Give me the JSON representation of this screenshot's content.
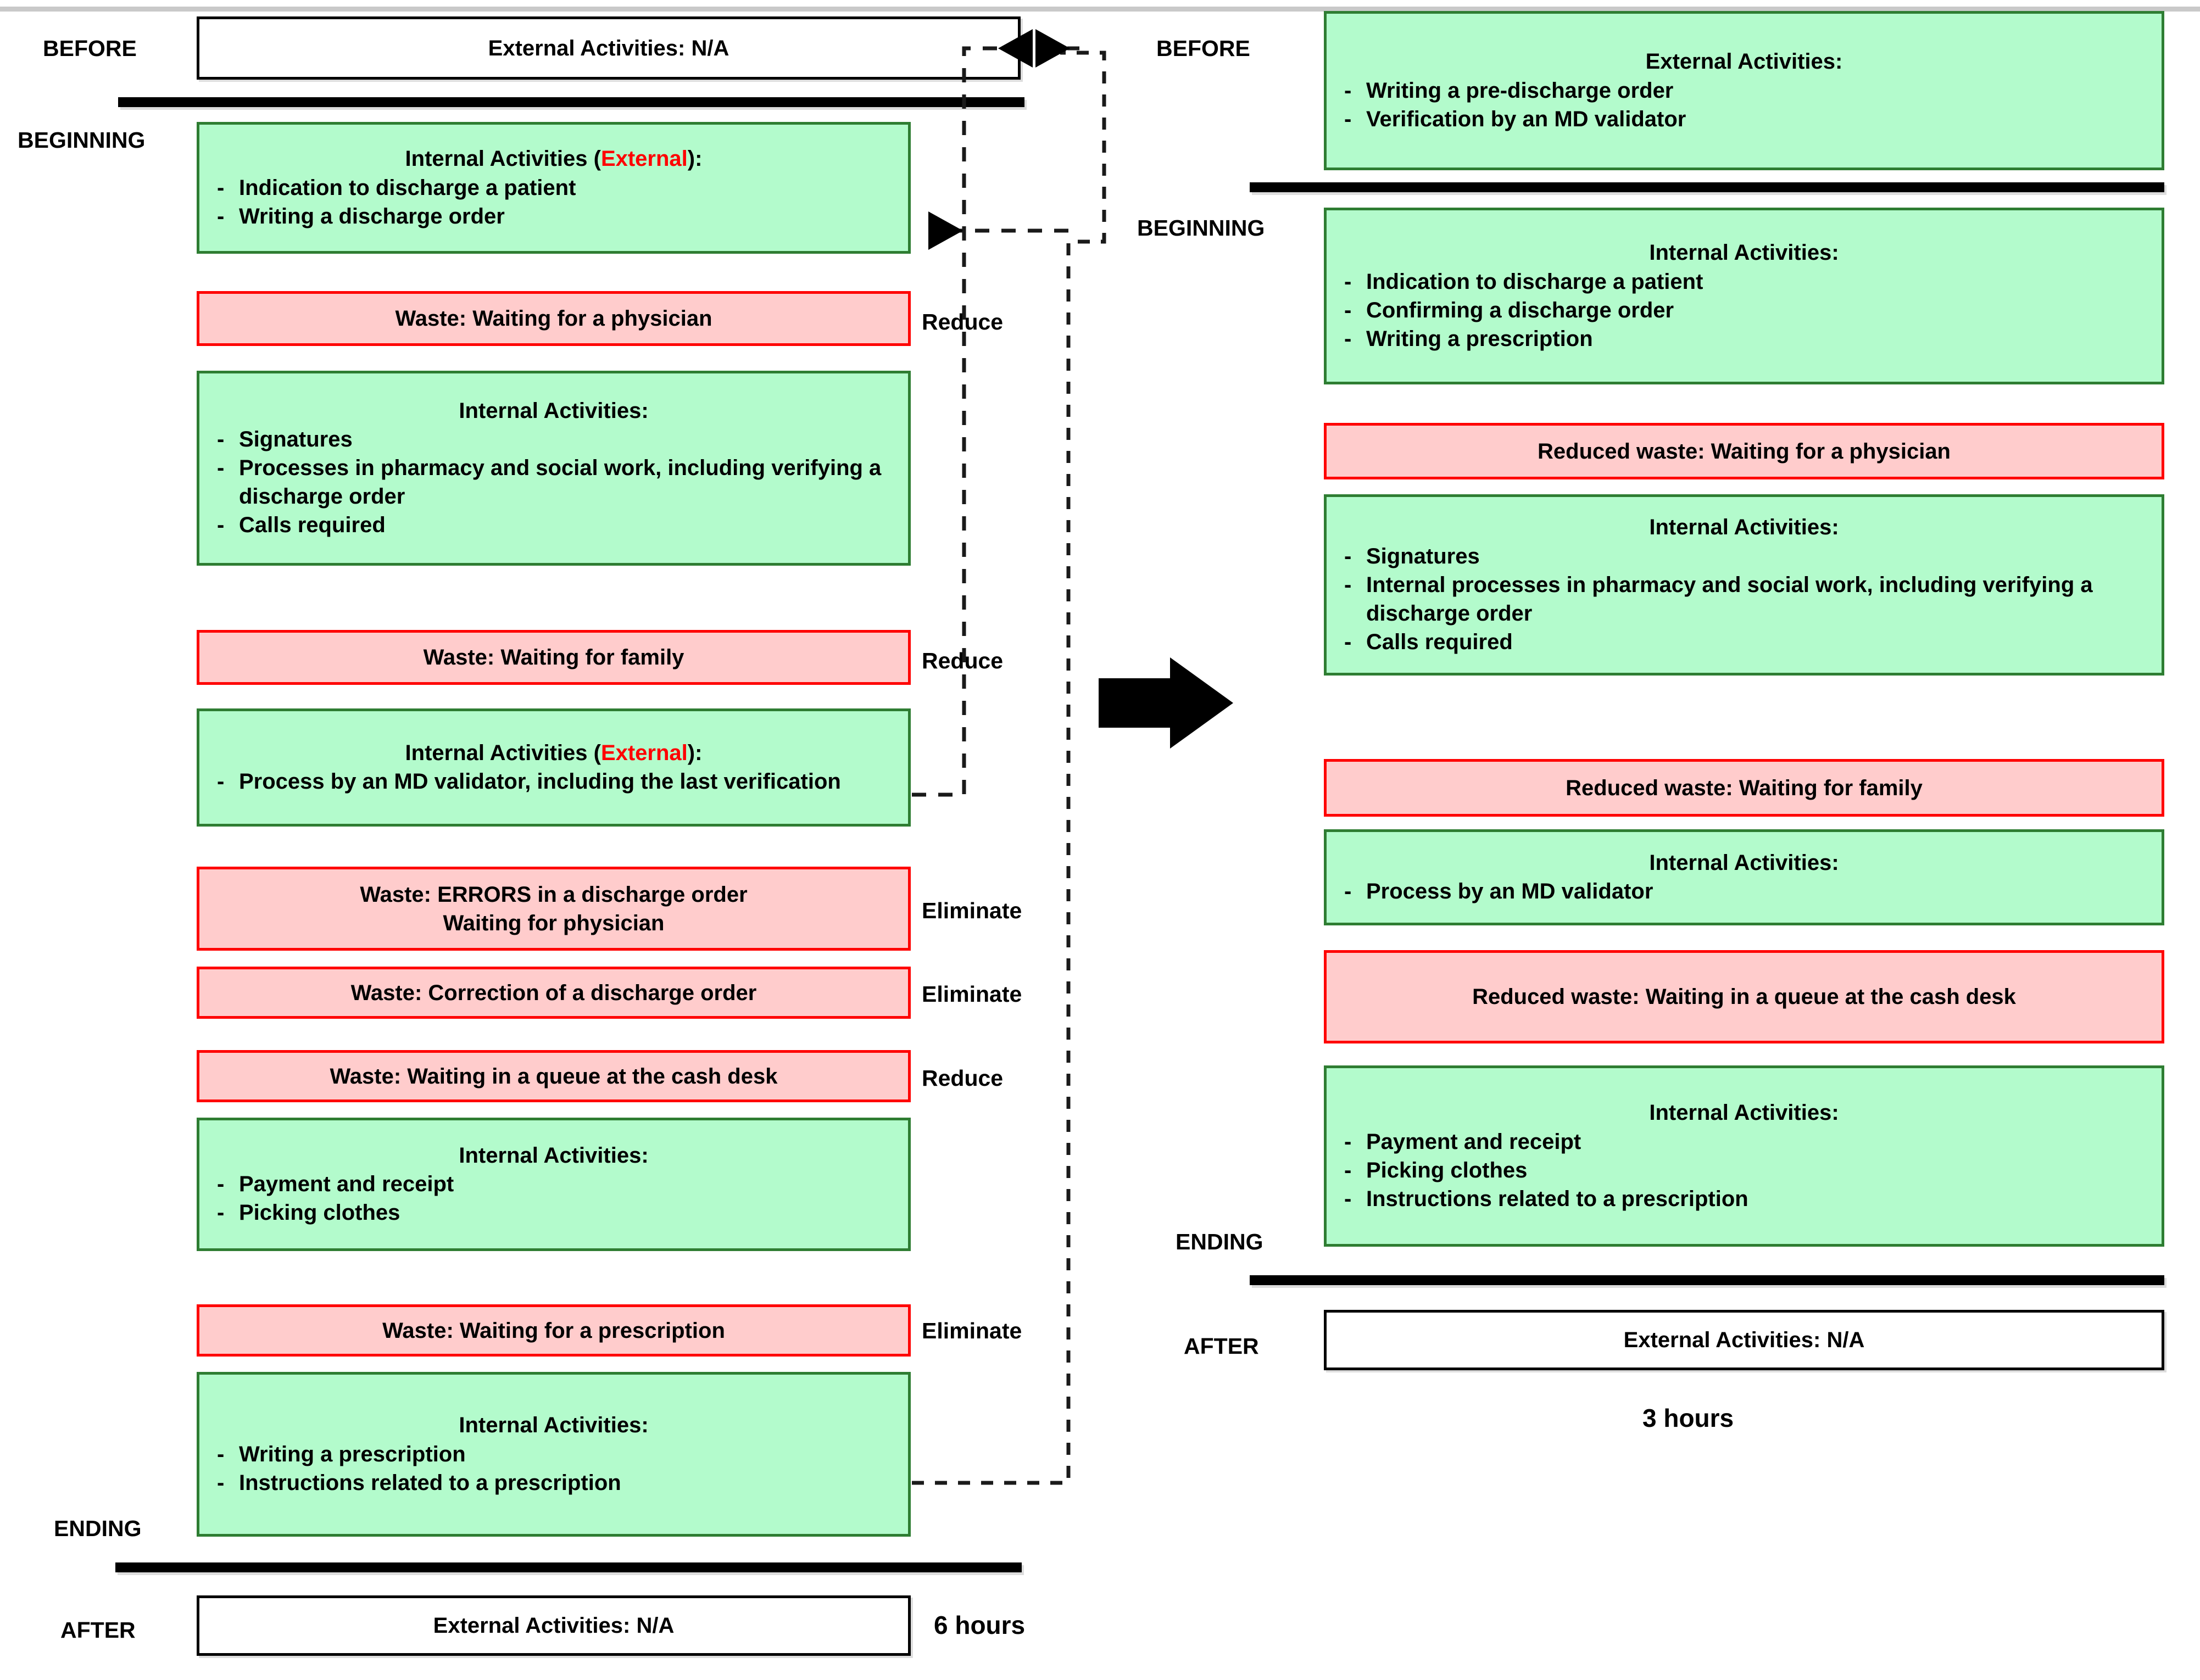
{
  "colors": {
    "green_fill": "#b3fbcc",
    "green_border": "#2e7d32",
    "pink_fill": "#ffcccc",
    "pink_border": "#ff0000",
    "plain_fill": "#ffffff",
    "plain_border": "#000000",
    "external_highlight": "#ff0000",
    "rule": "#c9c9c9"
  },
  "left_column": {
    "stage_labels": {
      "before": "BEFORE",
      "beginning": "BEGINNING",
      "ending": "ENDING",
      "after": "AFTER"
    },
    "duration": "6 hours",
    "before_box": {
      "title": "External Activities: N/A"
    },
    "after_box": {
      "title": "External Activities: N/A"
    },
    "steps": [
      {
        "kind": "green",
        "title_pre": "Internal Activities (",
        "title_mark": "External",
        "title_post": "):",
        "bullets": [
          "Indication to discharge a patient",
          "Writing a discharge order"
        ],
        "action": ""
      },
      {
        "kind": "pink",
        "title": "Waste: Waiting for a physician",
        "bullets": [],
        "action": "Reduce"
      },
      {
        "kind": "green",
        "title": "Internal Activities:",
        "bullets": [
          "Signatures",
          "Processes in pharmacy and social work, including verifying a discharge order",
          "Calls required"
        ],
        "action": ""
      },
      {
        "kind": "pink",
        "title": "Waste: Waiting for family",
        "bullets": [],
        "action": "Reduce"
      },
      {
        "kind": "green",
        "title_pre": "Internal Activities (",
        "title_mark": "External",
        "title_post": "):",
        "bullets": [
          "Process by an MD validator, including the last verification"
        ],
        "action": ""
      },
      {
        "kind": "pink",
        "title": "Waste: ERRORS in a discharge order",
        "title2": "Waiting for physician",
        "bullets": [],
        "action": "Eliminate"
      },
      {
        "kind": "pink",
        "title": "Waste: Correction of a discharge order",
        "bullets": [],
        "action": "Eliminate"
      },
      {
        "kind": "pink",
        "title": "Waste: Waiting in a queue at the cash desk",
        "bullets": [],
        "action": "Reduce"
      },
      {
        "kind": "green",
        "title": "Internal Activities:",
        "bullets": [
          "Payment and receipt",
          "Picking clothes"
        ],
        "action": ""
      },
      {
        "kind": "pink",
        "title": "Waste: Waiting for a prescription",
        "bullets": [],
        "action": "Eliminate"
      },
      {
        "kind": "green",
        "title": "Internal Activities:",
        "bullets": [
          "Writing a prescription",
          "Instructions related to a prescription"
        ],
        "action": ""
      }
    ]
  },
  "right_column": {
    "stage_labels": {
      "before": "BEFORE",
      "beginning": "BEGINNING",
      "ending": "ENDING",
      "after": "AFTER"
    },
    "duration": "3 hours",
    "before_box": {
      "title": "External Activities:",
      "bullets": [
        "Writing a pre-discharge order",
        "Verification by an MD validator"
      ]
    },
    "after_box": {
      "title": "External Activities: N/A"
    },
    "steps": [
      {
        "kind": "green",
        "title": "Internal Activities:",
        "bullets": [
          "Indication to discharge a patient",
          "Confirming a discharge order",
          "Writing a prescription"
        ]
      },
      {
        "kind": "pink",
        "title": "Reduced waste: Waiting for a physician",
        "bullets": []
      },
      {
        "kind": "green",
        "title": "Internal Activities:",
        "bullets": [
          "Signatures",
          "Internal processes in pharmacy and social work, including verifying a discharge order",
          "Calls required"
        ]
      },
      {
        "kind": "pink",
        "title": "Reduced waste: Waiting for family",
        "bullets": []
      },
      {
        "kind": "green",
        "title": "Internal Activities:",
        "bullets": [
          "Process by an MD validator"
        ]
      },
      {
        "kind": "pink",
        "title": "Reduced waste: Waiting in a queue at the cash desk",
        "bullets": []
      },
      {
        "kind": "green",
        "title": "Internal Activities:",
        "bullets": [
          "Payment and receipt",
          "Picking clothes",
          "Instructions related to a prescription"
        ]
      }
    ]
  },
  "transition_arrow": {
    "name": "right-arrow",
    "direction": "right"
  }
}
